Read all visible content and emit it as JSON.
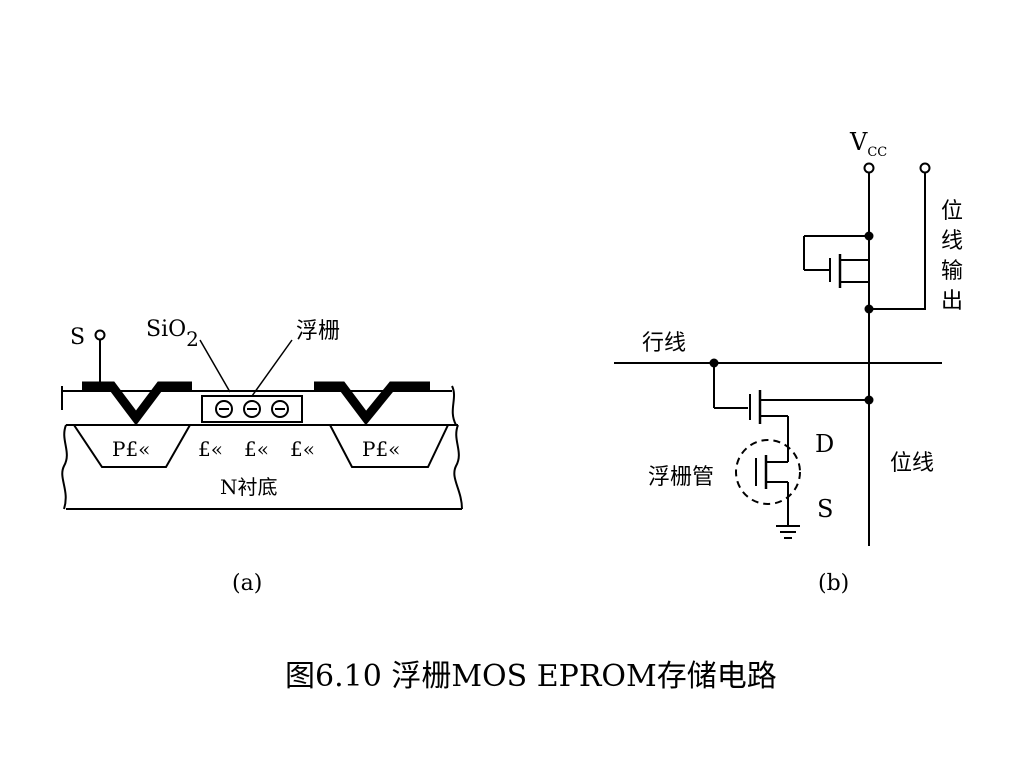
{
  "caption": "图6.10  浮栅MOS EPROM存储电路",
  "panel_a": {
    "label": "(a)",
    "source_label": "S",
    "sio2_label_main": "SiO",
    "sio2_label_sub": "2",
    "floating_gate_label": "浮栅",
    "p_region_left": "P£«",
    "p_region_right": "P£«",
    "charge_marks": [
      "£«",
      "£«",
      "£«"
    ],
    "substrate_label": "N衬底"
  },
  "panel_b": {
    "label": "(b)",
    "vcc_main": "V",
    "vcc_sub": "CC",
    "bit_output_label": [
      "位",
      "线",
      "输",
      "出"
    ],
    "word_line_label": "行线",
    "bit_line_label": "位线",
    "floating_transistor_label": "浮栅管",
    "drain_label": "D",
    "source_label": "S"
  }
}
